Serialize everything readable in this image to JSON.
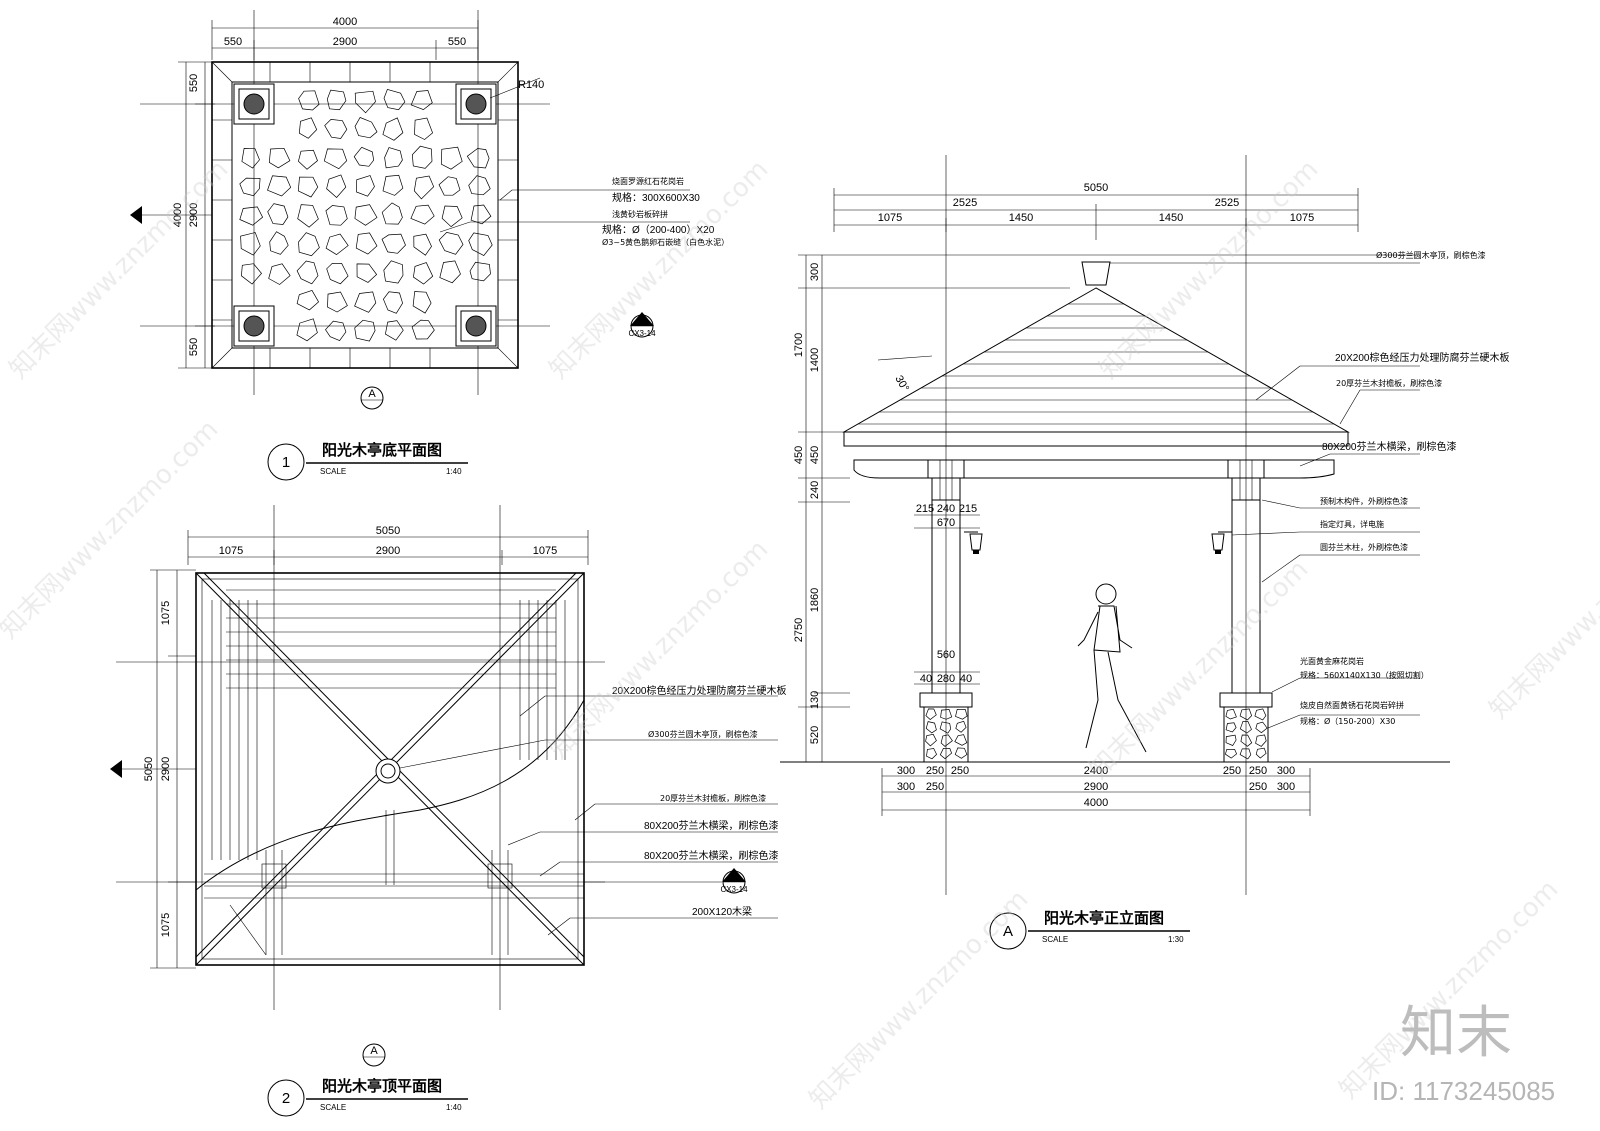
{
  "plan1": {
    "title": "阳光木亭底平面图",
    "index": "1",
    "scale_label": "SCALE",
    "scale": "1:40",
    "dims_top": [
      "4000",
      "550",
      "2900",
      "550"
    ],
    "dims_left": [
      "550",
      "4000",
      "2900",
      "550"
    ],
    "radius": "R140",
    "notes": [
      "烧面罗源红石花岗岩",
      "规格：300X600X30",
      "浅黄砂岩板碎拼",
      "规格：Ø（200-400）X20",
      "Ø3~5黄色鹅卵石嵌缝（白色水泥）"
    ],
    "section_mark": "A",
    "section_ref": "CX3-14"
  },
  "plan2": {
    "title": "阳光木亭顶平面图",
    "index": "2",
    "scale_label": "SCALE",
    "scale": "1:40",
    "dims_top": [
      "5050",
      "1075",
      "2900",
      "1075"
    ],
    "dims_left": [
      "1075",
      "5050",
      "2900",
      "1075"
    ],
    "notes": [
      "20X200棕色经压力处理防腐芬兰硬木板",
      "Ø300芬兰圆木亭顶，刷棕色漆",
      "20厚芬兰木封檐板，刷棕色漆",
      "80X200芬兰木横梁，刷棕色漆",
      "80X200芬兰木横梁，刷棕色漆",
      "200X120木梁"
    ],
    "section_mark": "A",
    "section_ref": "CX3-14"
  },
  "elev": {
    "title": "阳光木亭正立面图",
    "index": "A",
    "scale_label": "SCALE",
    "scale": "1:30",
    "dims_top": [
      "5050",
      "2525",
      "2525",
      "1075",
      "1450",
      "1450",
      "1075"
    ],
    "dims_left": [
      "300",
      "1700",
      "1400",
      "450",
      "450",
      "240",
      "2750",
      "1860",
      "130",
      "520"
    ],
    "angle": "30°",
    "col_dims": [
      "215",
      "240",
      "215",
      "670",
      "560",
      "40",
      "280",
      "40"
    ],
    "dims_bottom": [
      "300",
      "250",
      "250",
      "2400",
      "250",
      "250",
      "300",
      "300",
      "250",
      "2900",
      "250",
      "300",
      "4000"
    ],
    "notes": [
      "Ø300芬兰圆木亭顶，刷棕色漆",
      "20X200棕色经压力处理防腐芬兰硬木板",
      "20厚芬兰木封檐板，刷棕色漆",
      "80X200芬兰木横梁，刷棕色漆",
      "预制木构件，外刷棕色漆",
      "指定灯具，详电施",
      "圆芬兰木柱，外刷棕色漆",
      "光面黄金麻花岗岩",
      "规格：560X140X130（按照切割）",
      "烧皮自然面黄锈石花岗岩碎拼",
      "规格：Ø（150-200）X30"
    ]
  },
  "watermarks": [
    "知末网www.znzmo.com"
  ],
  "brand": "知末",
  "id_label": "ID: 1173245085"
}
